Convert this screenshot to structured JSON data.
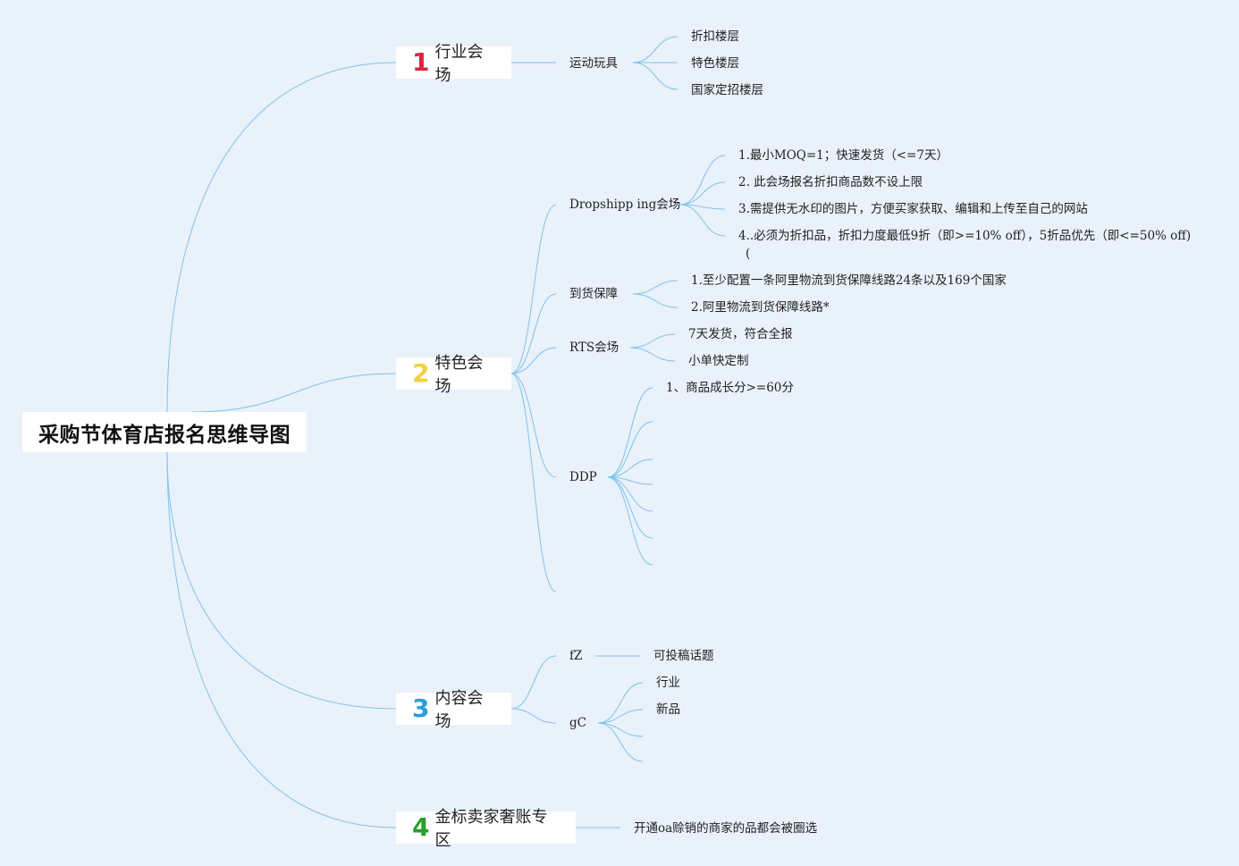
{
  "root": {
    "title": "采购节体育店报名思维导图"
  },
  "branches": [
    {
      "num": "1",
      "label": "行业会场",
      "num_color": "#d7263d"
    },
    {
      "num": "2",
      "label": "特色会场",
      "num_color": "#f4d03f"
    },
    {
      "num": "3",
      "label": "内容会场",
      "num_color": "#2a9fd6"
    },
    {
      "num": "4",
      "label": "金标卖家奢账专区",
      "num_color": "#2aa02a"
    }
  ],
  "b1": {
    "sub": "运动玩具",
    "leaves": [
      "折扣楼层",
      "特色楼层",
      "国家定招楼层"
    ]
  },
  "b2": {
    "dropshipping": {
      "label": "Dropshipp ing会场",
      "leaves": [
        "1.最小MOQ=1；快速发货（<=7天）",
        "2. 此会场报名折扣商品数不设上限",
        "3.需提供无水印的图片，方便买家获取、编辑和上传至自己的网站",
        "4..必须为折扣品，折扣力度最低9折（即>=10% off），5折品优先（即<=50% off)",
        "("
      ]
    },
    "guarantee": {
      "label": "到货保障",
      "leaves": [
        "1.至少配置一条阿里物流到货保障线路24条以及169个国家",
        "2.阿里物流到货保障线路*"
      ]
    },
    "rts": {
      "label": "RTS会场",
      "leaves": [
        "7天发货，符合全报",
        "小单快定制"
      ]
    },
    "ddp": {
      "label": "DDP",
      "leaves": [
        "1、商品成长分>=60分"
      ]
    }
  },
  "b3": {
    "fz": {
      "label": "fZ",
      "leaves": [
        "可投稿话题"
      ]
    },
    "gc": {
      "label": "gC",
      "leaves": [
        "行业",
        "新品"
      ]
    }
  },
  "b4": {
    "leaves": [
      "开通oa赊销的商家的品都会被圈选"
    ]
  },
  "colors": {
    "link": "#7fc3ea",
    "background": "#e9f1fa"
  }
}
